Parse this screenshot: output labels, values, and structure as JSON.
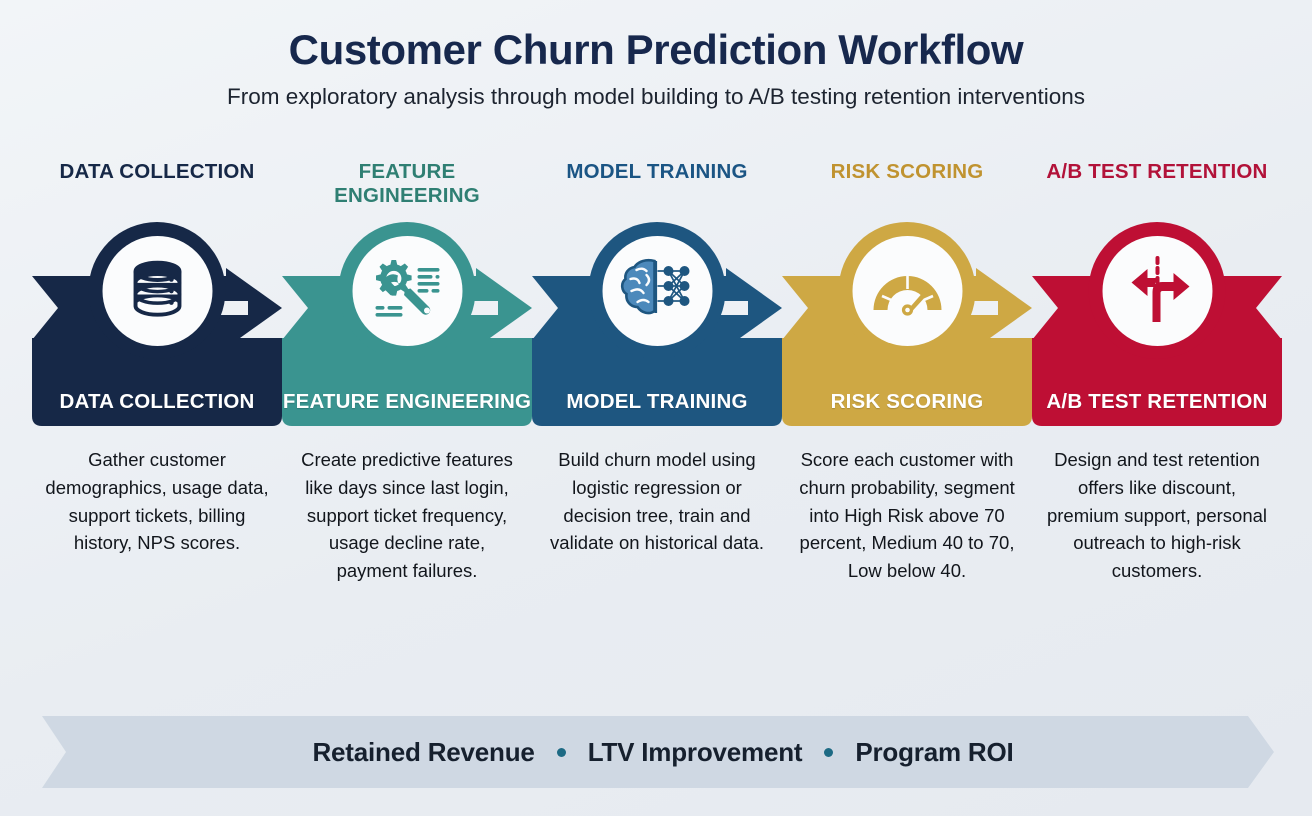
{
  "header": {
    "title": "Customer Churn Prediction Workflow",
    "subtitle": "From exploratory analysis through model building to A/B testing retention interventions"
  },
  "steps": [
    {
      "cap_label": "DATA COLLECTION",
      "band_label": "DATA COLLECTION",
      "description": "Gather customer demographics, usage data, support tickets, billing history, NPS scores.",
      "color": "#162847",
      "cap_color": "#162847",
      "icon": "database-icon"
    },
    {
      "cap_label": "FEATURE ENGINEERING",
      "band_label": "FEATURE ENGINEERING",
      "description": "Create predictive features like days since last login, support ticket frequency, usage decline rate, payment failures.",
      "color": "#3A9490",
      "cap_color": "#2F7F73",
      "icon": "gear-wrench-icon"
    },
    {
      "cap_label": "MODEL TRAINING",
      "band_label": "MODEL TRAINING",
      "description": "Build churn model using logistic regression or decision tree, train and validate on historical data.",
      "color": "#1E5680",
      "cap_color": "#1B5584",
      "icon": "brain-network-icon"
    },
    {
      "cap_label": "RISK SCORING",
      "band_label": "RISK SCORING",
      "description": "Score each customer with churn probability, segment into High Risk above 70 percent, Medium 40 to 70, Low below 40.",
      "color": "#CEA844",
      "cap_color": "#C09330",
      "icon": "gauge-icon"
    },
    {
      "cap_label": "A/B TEST RETENTION",
      "band_label": "A/B TEST RETENTION",
      "description": "Design and test retention offers like discount, premium support, personal outreach to high-risk customers.",
      "color": "#BE0F34",
      "cap_color": "#B21239",
      "icon": "split-arrows-icon"
    }
  ],
  "footer": {
    "items": [
      "Retained Revenue",
      "LTV Improvement",
      "Program ROI"
    ],
    "background": "#cfd8e3",
    "dot_color": "#1d6a84"
  }
}
